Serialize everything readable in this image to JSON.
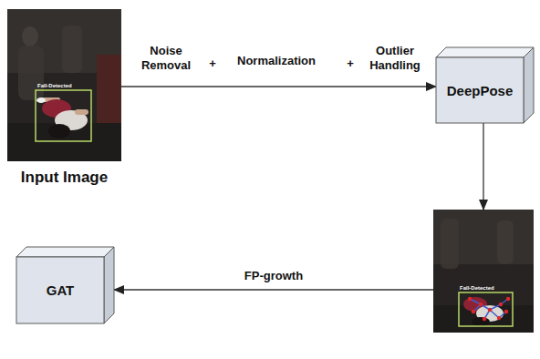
{
  "diagram": {
    "nodes": [
      {
        "text": [
          "Fall-Detected",
          "Input Image"
        ]
      },
      {
        "text": [
          "DeepPose"
        ]
      },
      {
        "text": [
          "Fall-Detected"
        ]
      },
      {
        "text": [
          "GAT"
        ]
      }
    ],
    "edges": [
      {
        "from": 0,
        "to": 1,
        "arrow": "to"
      },
      {
        "from": 1,
        "to": 2,
        "arrow": "to"
      },
      {
        "from": 2,
        "to": 3,
        "arrow": "to",
        "label": "FP-growth"
      }
    ],
    "labels": [
      "Noise Removal",
      "+",
      "Normalization",
      "+",
      "Outlier Handling"
    ]
  }
}
